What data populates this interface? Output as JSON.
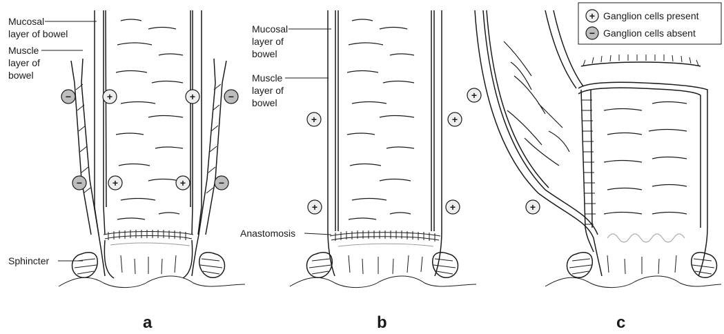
{
  "labels": {
    "mucosal": [
      "Mucosal",
      "layer of bowel"
    ],
    "muscle": [
      "Muscle",
      "layer of",
      "bowel"
    ],
    "sphincter": "Sphincter",
    "anastomosis": "Anastomosis"
  },
  "panels": [
    "a",
    "b",
    "c"
  ],
  "legend": {
    "present_symbol": "+",
    "present_text": "Ganglion cells present",
    "absent_symbol": "−",
    "absent_text": "Ganglion cells absent"
  },
  "markers": {
    "plus": "+",
    "minus": "−"
  }
}
